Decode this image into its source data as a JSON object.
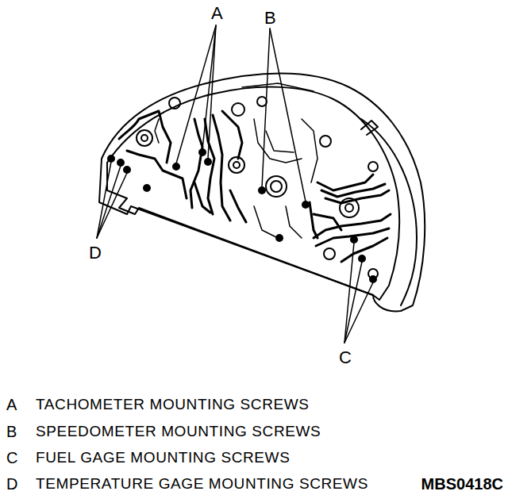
{
  "diagram": {
    "labels": [
      "A",
      "B",
      "C",
      "D",
      "A",
      "TACHOMETER MOUNTING SCREWS",
      "B",
      "SPEEDOMETER MOUNTING SCREWS",
      "C",
      "FUEL GAGE MOUNTING SCREWS",
      "D",
      "TEMPERATURE GAGE MOUNTING SCREWS",
      "MBS0418C"
    ]
  }
}
